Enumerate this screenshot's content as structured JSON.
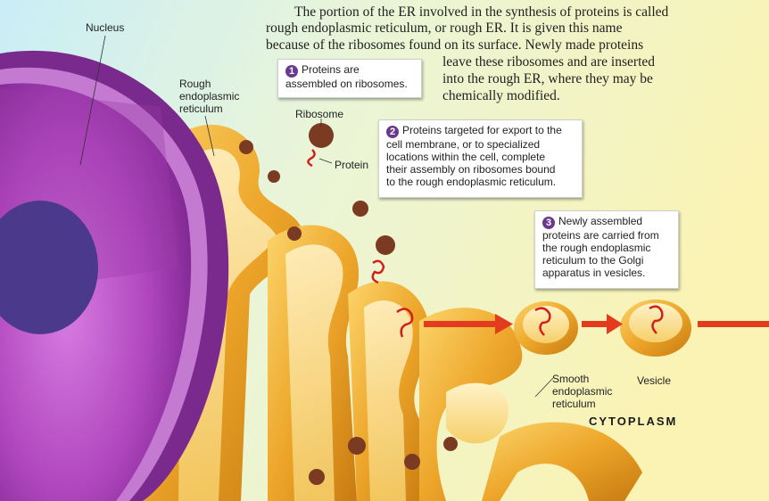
{
  "intro": {
    "lines": [
      "The portion of the ER involved in the synthesis of proteins is called",
      "rough endoplasmic reticulum, or rough ER. It is given this name",
      "because of the ribosomes found on its surface. Newly made proteins",
      "leave these ribosomes and are inserted",
      "into the rough ER, where they may be",
      "chemically modified."
    ]
  },
  "labels": {
    "nucleus": "Nucleus",
    "rough_er": [
      "Rough",
      "endoplasmic",
      "reticulum"
    ],
    "ribosome": "Ribosome",
    "protein": "Protein",
    "smooth_er": [
      "Smooth",
      "endoplasmic",
      "reticulum"
    ],
    "vesicle": "Vesicle",
    "cytoplasm": "CYTOPLASM"
  },
  "steps": [
    {
      "number": "1",
      "lines": [
        "Proteins are",
        "assembled on ribosomes."
      ]
    },
    {
      "number": "2",
      "lines": [
        "Proteins targeted for export to the",
        "cell membrane, or to specialized",
        "locations within the cell, complete",
        "their assembly on ribosomes bound",
        "to the rough endoplasmic reticulum."
      ]
    },
    {
      "number": "3",
      "lines": [
        "Newly assembled",
        "proteins are carried from",
        "the rough endoplasmic",
        "reticulum to the Golgi",
        "apparatus in vesicles."
      ]
    }
  ],
  "colors": {
    "background_warm": "#f7f4c0",
    "background_cool": "#cdeef6",
    "nucleus_purple": "#8b2f9a",
    "nucleus_inner": "#b24ec0",
    "nucleolus": "#4a3a8c",
    "er_orange": "#e7a21e",
    "er_light": "#fbe3a0",
    "ribosome_brown": "#7a3b22",
    "protein_red": "#d0201a",
    "arrow_red": "#e23b1e",
    "step_badge": "#6a3a8e"
  }
}
